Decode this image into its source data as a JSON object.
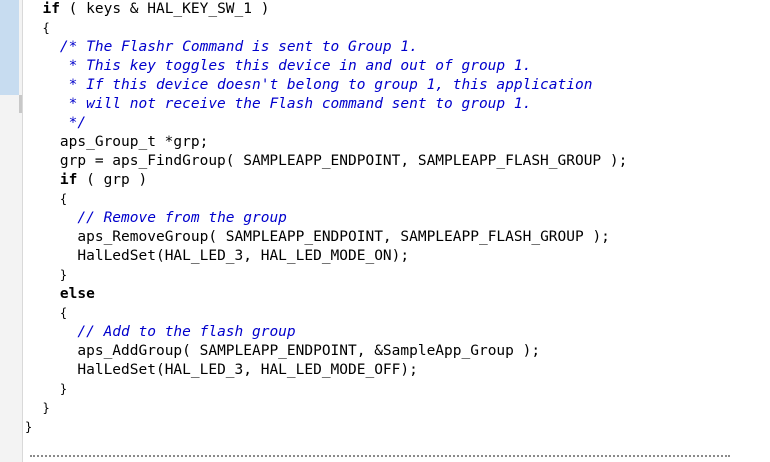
{
  "editor": {
    "lines": [
      {
        "indent": "  ",
        "kw": "if",
        "rest": " ( keys & HAL_KEY_SW_1 )"
      },
      {
        "indent": "  ",
        "text": "{"
      },
      {
        "indent": "    ",
        "comment": "/* The Flashr Command is sent to Group 1."
      },
      {
        "indent": "     ",
        "comment": "* This key toggles this device in and out of group 1."
      },
      {
        "indent": "     ",
        "comment": "* If this device doesn't belong to group 1, this application"
      },
      {
        "indent": "     ",
        "comment": "* will not receive the Flash command sent to group 1."
      },
      {
        "indent": "     ",
        "comment": "*/"
      },
      {
        "indent": "    ",
        "text": "aps_Group_t *grp;"
      },
      {
        "indent": "    ",
        "text": "grp = aps_FindGroup( SAMPLEAPP_ENDPOINT, SAMPLEAPP_FLASH_GROUP );"
      },
      {
        "indent": "    ",
        "kw": "if",
        "rest": " ( grp )"
      },
      {
        "indent": "    ",
        "text": "{"
      },
      {
        "indent": "      ",
        "comment": "// Remove from the group"
      },
      {
        "indent": "      ",
        "text": "aps_RemoveGroup( SAMPLEAPP_ENDPOINT, SAMPLEAPP_FLASH_GROUP );"
      },
      {
        "indent": "      ",
        "text": "HalLedSet(HAL_LED_3, HAL_LED_MODE_ON);"
      },
      {
        "indent": "    ",
        "text": "}"
      },
      {
        "indent": "    ",
        "kw": "else",
        "rest": ""
      },
      {
        "indent": "    ",
        "text": "{"
      },
      {
        "indent": "      ",
        "comment": "// Add to the flash group"
      },
      {
        "indent": "      ",
        "text": "aps_AddGroup( SAMPLEAPP_ENDPOINT, &SampleApp_Group );"
      },
      {
        "indent": "      ",
        "text": "HalLedSet(HAL_LED_3, HAL_LED_MODE_OFF);"
      },
      {
        "indent": "    ",
        "text": "}"
      },
      {
        "indent": "  ",
        "text": "}"
      },
      {
        "indent": "",
        "text": "}"
      }
    ]
  }
}
